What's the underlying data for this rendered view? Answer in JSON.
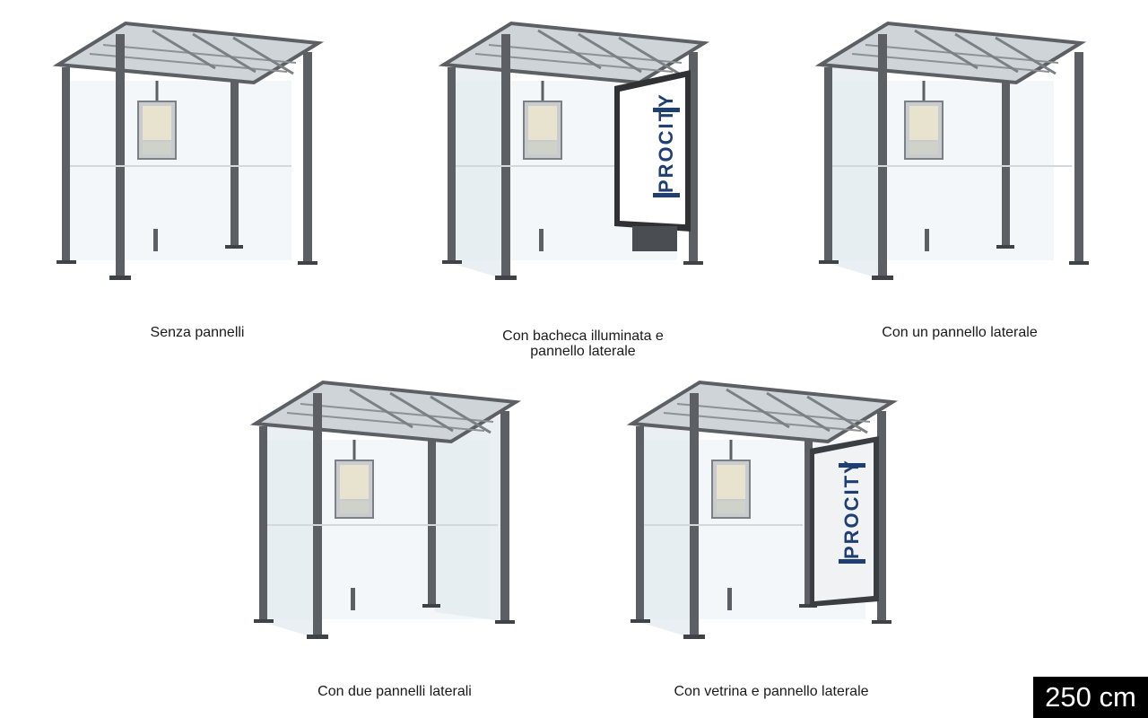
{
  "variants": [
    {
      "id": "v1",
      "caption": "Senza pannelli",
      "back_glass": true,
      "left_glass": false,
      "right_glass": false,
      "right_sign": "none"
    },
    {
      "id": "v2",
      "caption": "Con bacheca illuminata e\npannello laterale",
      "back_glass": true,
      "left_glass": true,
      "right_glass": false,
      "right_sign": "lit"
    },
    {
      "id": "v3",
      "caption": "Con un pannello laterale",
      "back_glass": true,
      "left_glass": true,
      "right_glass": false,
      "right_sign": "none"
    },
    {
      "id": "v4",
      "caption": "Con due pannelli laterali",
      "back_glass": true,
      "left_glass": true,
      "right_glass": true,
      "right_sign": "none"
    },
    {
      "id": "v5",
      "caption": "Con vetrina e pannello laterale",
      "back_glass": true,
      "left_glass": true,
      "right_glass": false,
      "right_sign": "vitrine"
    }
  ],
  "brand_logo_text": "PROCITY",
  "size_badge": "250 cm",
  "colors": {
    "frame": "#5c5f63",
    "frame_dark": "#3f4246",
    "glass": "#eef3f6",
    "sign_border": "#2f3134",
    "brand_blue": "#1f3f72"
  }
}
